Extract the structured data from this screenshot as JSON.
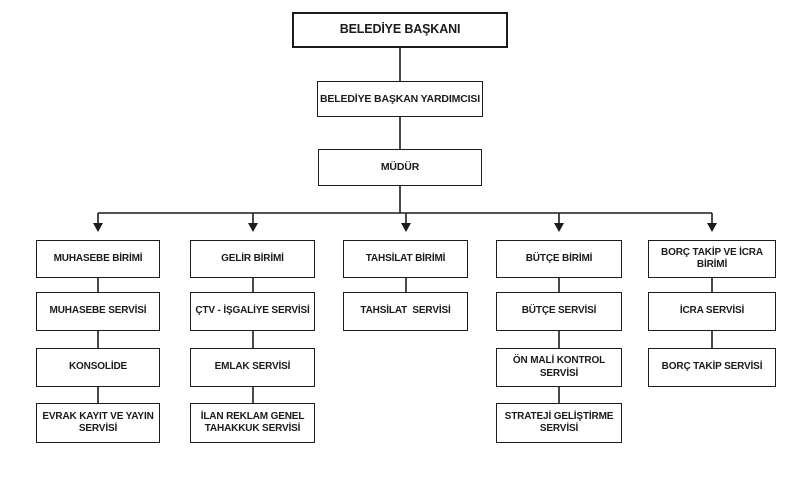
{
  "org_chart": {
    "nodes": {
      "mayor": "BELEDİYE BAŞKANI",
      "deputy_mayor": "BELEDİYE BAŞKAN YARDIMCISI",
      "director": "MÜDÜR"
    },
    "branches": [
      {
        "unit": "MUHASEBE BİRİMİ",
        "services": [
          "MUHASEBE SERVİSİ",
          "KONSOLİDE",
          "EVRAK KAYIT VE YAYIN\nSERVİSİ"
        ]
      },
      {
        "unit": "GELİR BİRİMİ",
        "services": [
          "ÇTV - İŞGALİYE SERVİSİ",
          "EMLAK SERVİSİ",
          "İLAN REKLAM GENEL\nTAHAKKUK SERVİSİ"
        ]
      },
      {
        "unit": "TAHSİLAT BİRİMİ",
        "services": [
          "TAHSİLAT  SERVİSİ"
        ]
      },
      {
        "unit": "BÜTÇE BİRİMİ",
        "services": [
          "BÜTÇE SERVİSİ",
          "ÖN MALİ KONTROL\nSERVİSİ",
          "STRATEJİ GELİŞTİRME\nSERVİSİ"
        ]
      },
      {
        "unit": "BORÇ TAKİP VE İCRA\nBİRİMİ",
        "services": [
          "İCRA SERVİSİ",
          "BORÇ TAKİP SERVİSİ"
        ]
      }
    ],
    "colors": {
      "line": "#1c1c1c",
      "box_border": "#1c1c1c",
      "text": "#1b1b1b",
      "background": "#ffffff"
    }
  }
}
